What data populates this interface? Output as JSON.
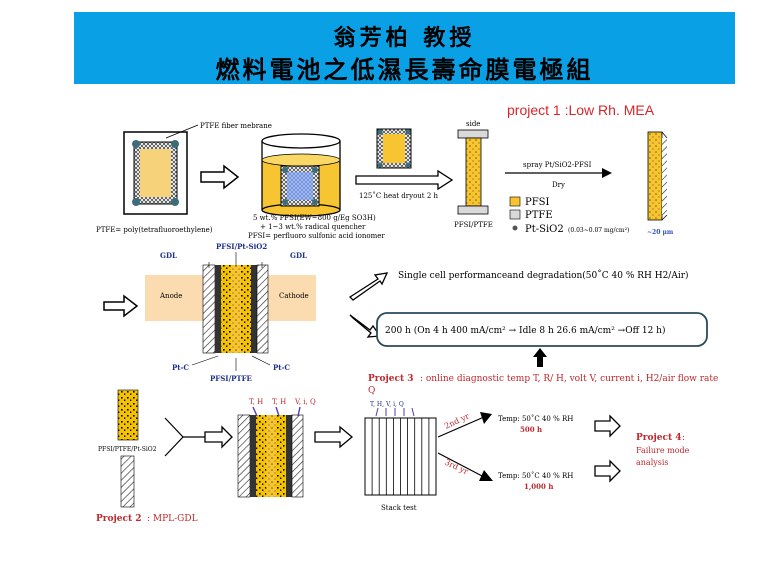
{
  "banner": {
    "title_line1": "翁芳柏 教授",
    "title_line2": "燃料電池之低濕長壽命膜電極組"
  },
  "project1": {
    "title": "project 1 :Low Rh. MEA",
    "ptfe_membrane_label": "PTFE fiber mebrane",
    "ptfe_definition": "PTFE= poly(tetrafluoroethylene)",
    "solution_line1": "5 wt.% PFSI(EW~800 g/Eg SO3H)",
    "solution_line2": "+ 1~3 wt.% radical quencher",
    "solution_line3": "PFSI= perfluoro sulfonic acid ionomer",
    "heat_dryout": "125˚C heat dryout 2 h",
    "side_label": "side",
    "pfsi_ptfe_label": "PFSI/PTFE",
    "spray_label": "spray Pt/SiO2-PFSI",
    "dry_label": "Dry",
    "thickness_label": "~20 μm",
    "legend": {
      "pfsi": "PFSI",
      "ptfe": "PTFE",
      "pt_sio2": "Pt-SiO2",
      "pt_sio2_loading": "(0.03~0.07 mg/cm²)"
    }
  },
  "mea": {
    "pfsi_pt_sio2": "PFSI/Pt-SiO2",
    "gdl_left": "GDL",
    "gdl_right": "GDL",
    "anode": "Anode",
    "cathode": "Cathode",
    "pt_c_left": "Pt-C",
    "pt_c_right": "Pt-C",
    "pfsi_ptfe": "PFSI/PTFE"
  },
  "tests": {
    "single_cell": "Single cell performanceand degradation(50˚C  40 % RH  H2/Air)",
    "cycle": "200 h (On 4 h  400 mA/cm² → Idle 8 h  26.6 mA/cm² →Off 12 h)"
  },
  "project3": {
    "title": "Project 3",
    "body": ": online  diagnostic  temp  T, R/ H, volt V, current i, H2/air flow rate",
    "body2": "Q"
  },
  "project2": {
    "title": "Project 2",
    "body": ": MPL-GDL",
    "pfsi_ptfe_pt_sio2": "PFSI/PTFE/Pt-SiO2",
    "sensor_labels": [
      "T, H",
      "T, H",
      "V, i, Q"
    ]
  },
  "stack": {
    "sensors": "T, H, V, i, Q",
    "label": "Stack test",
    "yr2": "2nd yr",
    "yr3": "3rd yr",
    "temp1": "Temp: 50˚C 40 % RH",
    "hours1": "500 h",
    "temp2": "Temp: 50˚C 40 % RH",
    "hours2": "1,000 h"
  },
  "project4": {
    "title": "Project 4",
    "body1": ":",
    "body2": "Failure mode",
    "body3": "analysis"
  }
}
